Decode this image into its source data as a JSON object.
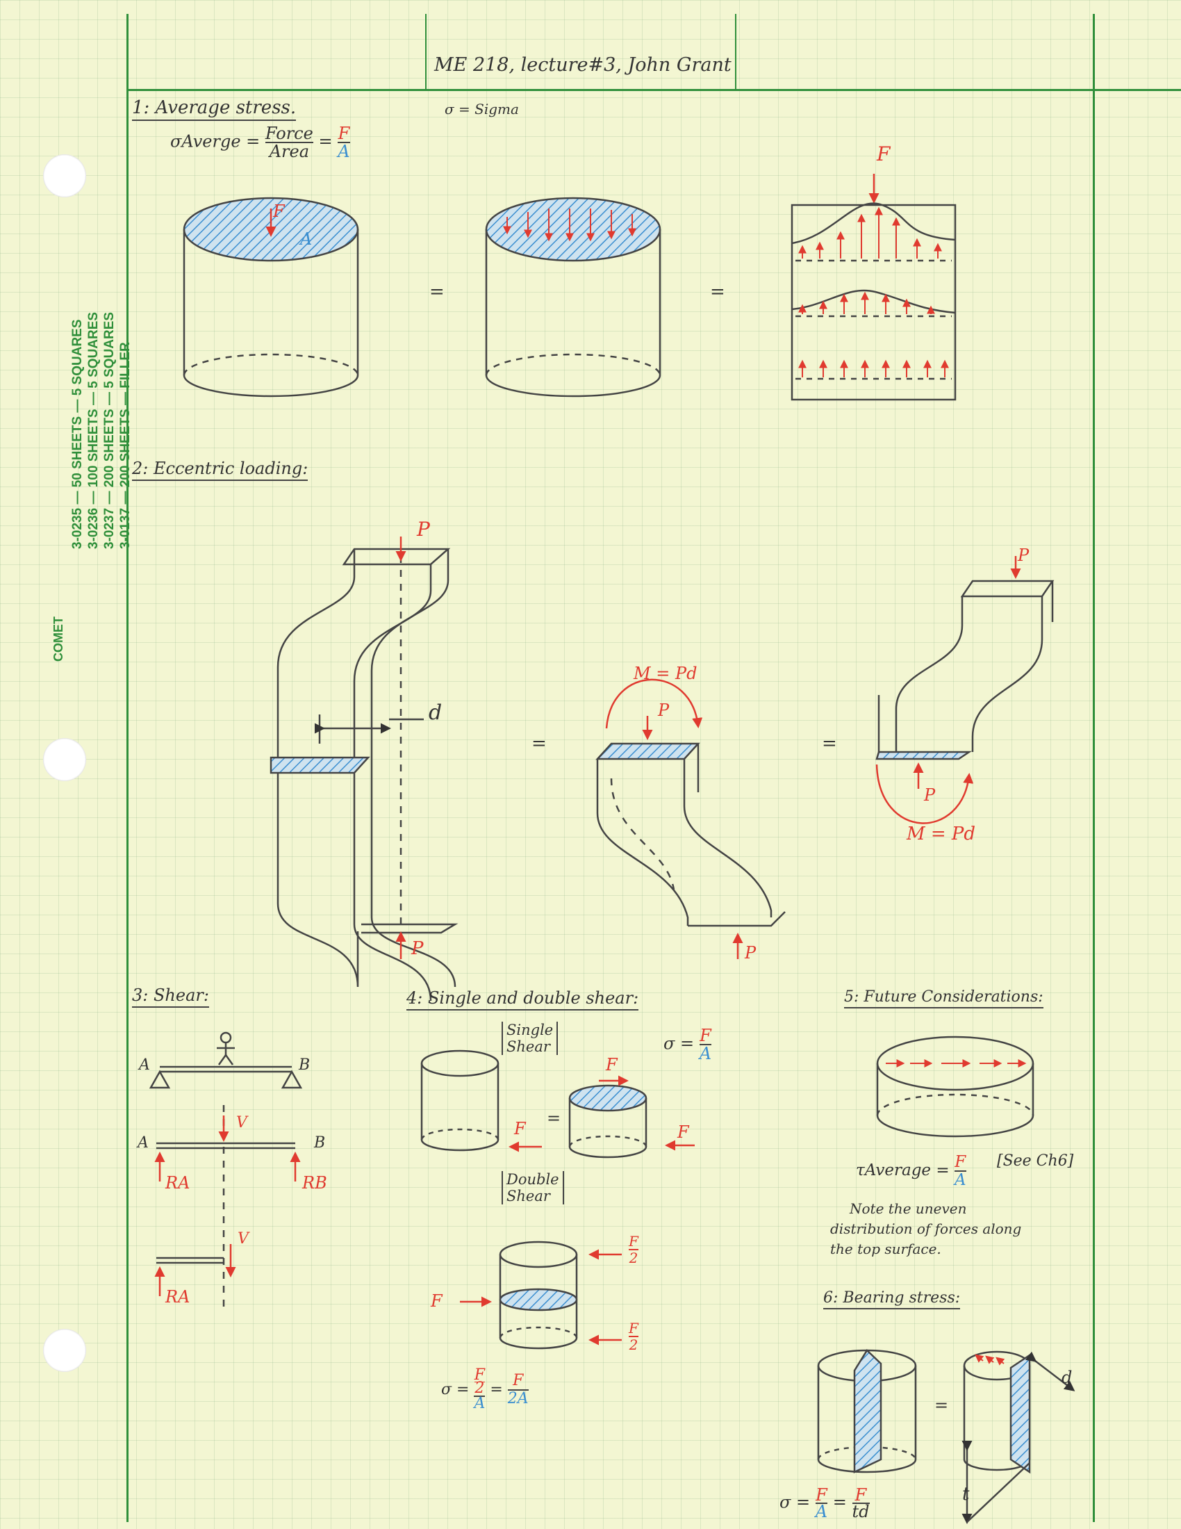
{
  "colors": {
    "paper": "#f3f6d2",
    "grid": "#9ec59e",
    "margin_lines": "#2f8f3a",
    "ink": "#333333",
    "red_ink": "#e03a2f",
    "blue_ink": "#3a8ed0"
  },
  "sidebar": {
    "brand": "COMET",
    "stock_lines": [
      "3-0235 — 50 SHEETS — 5 SQUARES",
      "3-0236 — 100 SHEETS — 5 SQUARES",
      "3-0237 — 200 SHEETS — 5 SQUARES",
      "3-0137 — 200 SHEETS — FILLER"
    ]
  },
  "header": {
    "title": "ME 218, lecture#3, John Grant"
  },
  "section1": {
    "heading": "1: Average stress.",
    "sigma_note": "σ = Sigma",
    "formula": {
      "lhs": "σAverge =",
      "frac_num": "Force",
      "frac_den": "Area",
      "eq": "=",
      "f": "F",
      "a": "A"
    },
    "labels": {
      "force": "F",
      "area": "A",
      "equals": "="
    }
  },
  "section2": {
    "heading": "2: Eccentric loading:",
    "labels": {
      "p": "P",
      "d": "d",
      "moment": "M = Pd",
      "equals": "="
    }
  },
  "section3": {
    "heading": "3: Shear:",
    "labels": {
      "a": "A",
      "b": "B",
      "v": "V",
      "ra": "RA",
      "rb": "RB"
    }
  },
  "section4": {
    "heading": "4: Single and double shear:",
    "single_label": [
      "Single",
      "Shear"
    ],
    "double_label": [
      "Double",
      "Shear"
    ],
    "formula1": {
      "sigma": "σ =",
      "f": "F",
      "a": "A"
    },
    "formula2": {
      "sigma": "σ =",
      "f": "F",
      "two": "2",
      "a": "A",
      "eq": "=",
      "two_a": "2A"
    },
    "labels": {
      "f": "F",
      "equals": "="
    }
  },
  "section5": {
    "heading": "5: Future Considerations:",
    "tau": "τAverage =",
    "f": "F",
    "a": "A",
    "ref": "[See Ch6]",
    "note_lines": [
      "Note the uneven",
      "distribution of forces along",
      "the top surface."
    ]
  },
  "section6": {
    "heading": "6: Bearing stress:",
    "formula": {
      "sigma": "σ =",
      "f": "F",
      "a": "A",
      "eq": "=",
      "td": "td"
    },
    "labels": {
      "t": "t",
      "d": "d",
      "equals": "="
    }
  }
}
